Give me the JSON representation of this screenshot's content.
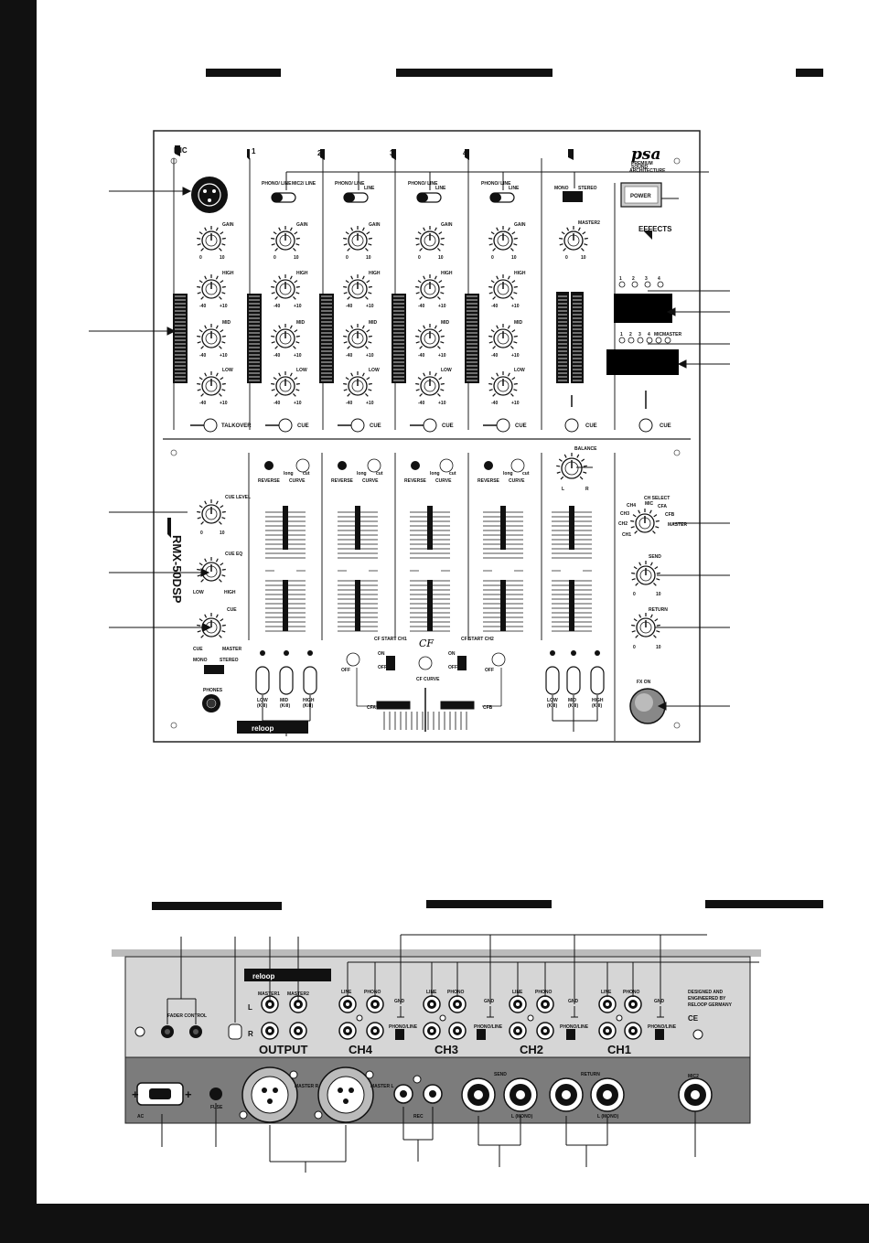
{
  "top_panel": {
    "mic_label": "MIC",
    "channel_numbers": [
      "1",
      "2",
      "3",
      "4"
    ],
    "brand_script": "psa",
    "brand_sub": [
      "PREMIUM",
      "SOUND",
      "ARCHITECTURE"
    ],
    "power_label": "POWER",
    "effects_label": "EFFECTS",
    "mono_label": "MONO",
    "stereo_label": "STEREO",
    "master2_label": "MASTER2",
    "phono_line_labels": [
      "PHONO/ LINE",
      "MIC2/ LINE",
      "PHONO/ LINE",
      "LINE",
      "PHONO/ LINE",
      "LINE",
      "PHONO/ LINE",
      "LINE"
    ],
    "knob_labels": {
      "gain": "GAIN",
      "high": "HIGH",
      "mid": "MID",
      "low": "LOW"
    },
    "gain_scale": [
      "0",
      "10"
    ],
    "eq_scale": [
      "-40",
      "+10"
    ],
    "talkover_label": "TALKOVER",
    "cue_label": "CUE",
    "reverse_label": "REVERSE",
    "curve_label": "CURVE",
    "curve_sub": [
      "long",
      "cut"
    ],
    "balance_label": "BALANCE",
    "balance_scale": [
      "L",
      "R"
    ],
    "cue_level_label": "CUE LEVEL",
    "cue_eq_label": "CUE EQ",
    "cue_eq_scale": [
      "LOW",
      "HIGH"
    ],
    "cue_master_label": "CUE",
    "cue_master_scale": [
      "CUE",
      "MASTER"
    ],
    "monitor_labels": [
      "MONO",
      "STEREO"
    ],
    "phones_label": "PHONES",
    "model_vertical": "RMX-50DSP",
    "cf_start_ch1": "CF START CH1",
    "cf_start_ch2": "CF START CH2",
    "cf_label": "CF",
    "cf_curve_label": "CF CURVE",
    "on_label": "ON",
    "off_label": "OFF",
    "cfa_label": "CFA",
    "cfb_label": "CFB",
    "kill_labels": [
      "LOW",
      "MID",
      "HIGH"
    ],
    "kill_sub": "(Kill)",
    "ch_select_label": "CH SELECT",
    "ch_select_positions": [
      "MIC",
      "CH4",
      "CH3",
      "CH2",
      "CH1",
      "CFA",
      "CFB",
      "MASTER"
    ],
    "send_label": "SEND",
    "return_label": "RETURN",
    "send_scale": [
      "0",
      "10"
    ],
    "fx_on_label": "FX ON",
    "effects_beat_leds": [
      "1",
      "2",
      "3",
      "4"
    ],
    "effects_ch_leds": [
      "1",
      "2",
      "3",
      "4",
      "MIC",
      "MASTER"
    ],
    "logo_text": "reloop"
  },
  "rear_panel": {
    "logo_text": "reloop",
    "master1_label": "MASTER1",
    "master2_label": "MASTER2",
    "output_label": "OUTPUT",
    "l_label": "L",
    "r_label": "R",
    "channel_labels": [
      "CH4",
      "CH3",
      "CH2",
      "CH1"
    ],
    "line_label": "LINE",
    "phono_label": "PHONO",
    "gnd_label": "GND",
    "phono_line_switch": "PHONO/LINE",
    "aux_control_label": "FADER CONTROL",
    "ac_label": "AC",
    "fuse_label": "FUSE",
    "master_r_label": "MASTER R",
    "master_l_label": "MASTER L",
    "rec_label": "REC",
    "send_label": "SEND",
    "return_label": "RETURN",
    "mono_label": "L (MONO)",
    "mic2_label": "MIC2",
    "designed_lines": [
      "DESIGNED AND",
      "ENGINEERED BY",
      "RELOOP GERMANY"
    ],
    "ce_label": "CE"
  },
  "colors": {
    "sidebar": "#111111",
    "panel_line": "#222222",
    "rear_upper": "#d6d6d6",
    "rear_lower": "#7c7c7c",
    "led_display": "#000000"
  }
}
